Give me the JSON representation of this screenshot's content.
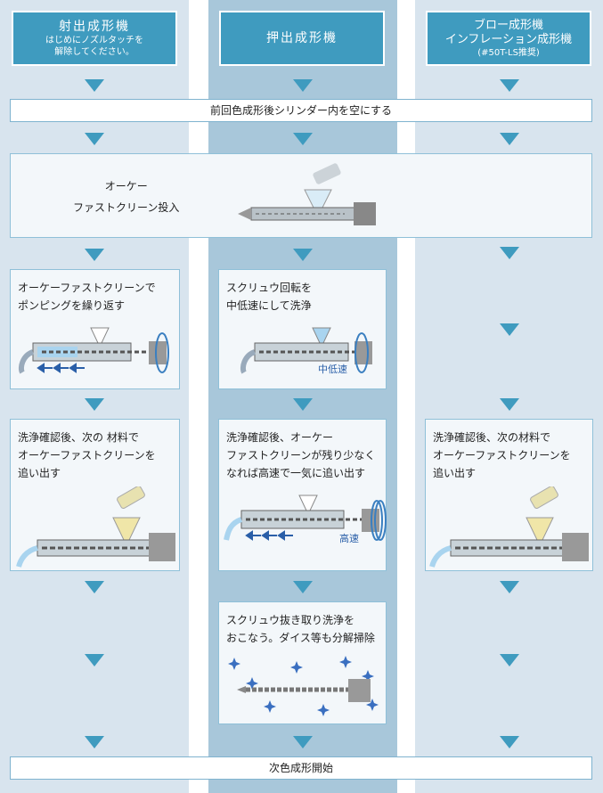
{
  "columns": [
    {
      "title": "射出成形機",
      "note_line1": "はじめにノズルタッチを",
      "note_line2": "解除してください。"
    },
    {
      "title": "押出成形機"
    },
    {
      "title": "ブロー成形機",
      "subtitle": "インフレーション成形機",
      "note": "(#50T-LS推奨)"
    }
  ],
  "step1": "前回色成形後シリンダー内を空にする",
  "step2": {
    "line1": "オーケー",
    "line2": "ファストクリーン投入"
  },
  "step3": {
    "injection": {
      "line1": "オーケーファストクリーンで",
      "line2": "ポンピングを繰り返す"
    },
    "extrusion": {
      "line1": "スクリュウ回転を",
      "line2": "中低速にして洗浄",
      "speed": "中低速"
    }
  },
  "step4": {
    "injection": {
      "line1": "洗浄確認後、次の 材料で",
      "line2": "オーケーファストクリーンを",
      "line3": "追い出す"
    },
    "extrusion": {
      "line1": "洗浄確認後、オーケー",
      "line2": "ファストクリーンが残り少なく",
      "line3": "なれば高速で一気に追い出す",
      "speed": "高速"
    },
    "blow": {
      "line1": "洗浄確認後、次の材料で",
      "line2": "オーケーファストクリーンを",
      "line3": "追い出す"
    }
  },
  "step5": {
    "line1": "スクリュウ抜き取り洗浄を",
    "line2": "おこなう。ダイス等も分解掃除"
  },
  "final": "次色成形開始",
  "colors": {
    "accent": "#3f9bbf",
    "col_light": "#d8e4ee",
    "col_dark": "#a8c7da"
  }
}
